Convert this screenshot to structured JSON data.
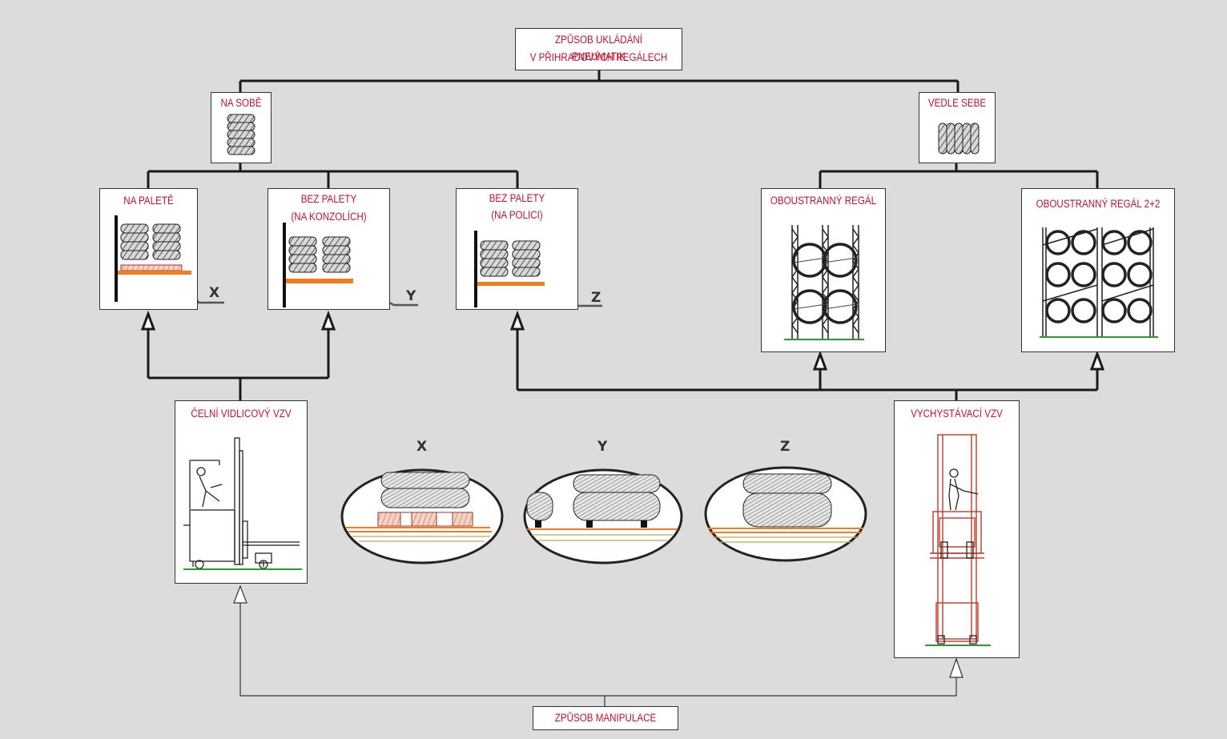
{
  "root": {
    "line1": "ZPŮSOB UKLÁDÁNÍ PNEUMATIK",
    "line2": "V PŘIHRADOVÝCH REGÁLECH"
  },
  "groups": {
    "na_sobe": "NA SOBĚ",
    "vedle_sebe": "VEDLE SEBE"
  },
  "methods": {
    "na_palete": "NA PALETĚ",
    "bez_palety_konzole_1": "BEZ PALETY",
    "bez_palety_konzole_2": "(NA KONZOLÍCH)",
    "bez_palety_police_1": "BEZ PALETY",
    "bez_palety_police_2": "(NA POLICI)",
    "oboustranny": "OBOUSTRANNÝ REGÁL",
    "oboustranny_22": "OBOUSTRANNÝ REGÁL 2+2"
  },
  "markers": {
    "x": "X",
    "y": "Y",
    "z": "Z"
  },
  "vehicles": {
    "celni": "ČELNÍ VIDLICOVÝ VZV",
    "vychystavaci": "VYCHYSTÁVACÍ VZV"
  },
  "manipulation": "ZPŮSOB MANIPULACE",
  "colors": {
    "label": "#c8102e",
    "shelf": "#f07d1e",
    "ground": "#2e9a2e",
    "lift": "#c0392b"
  }
}
